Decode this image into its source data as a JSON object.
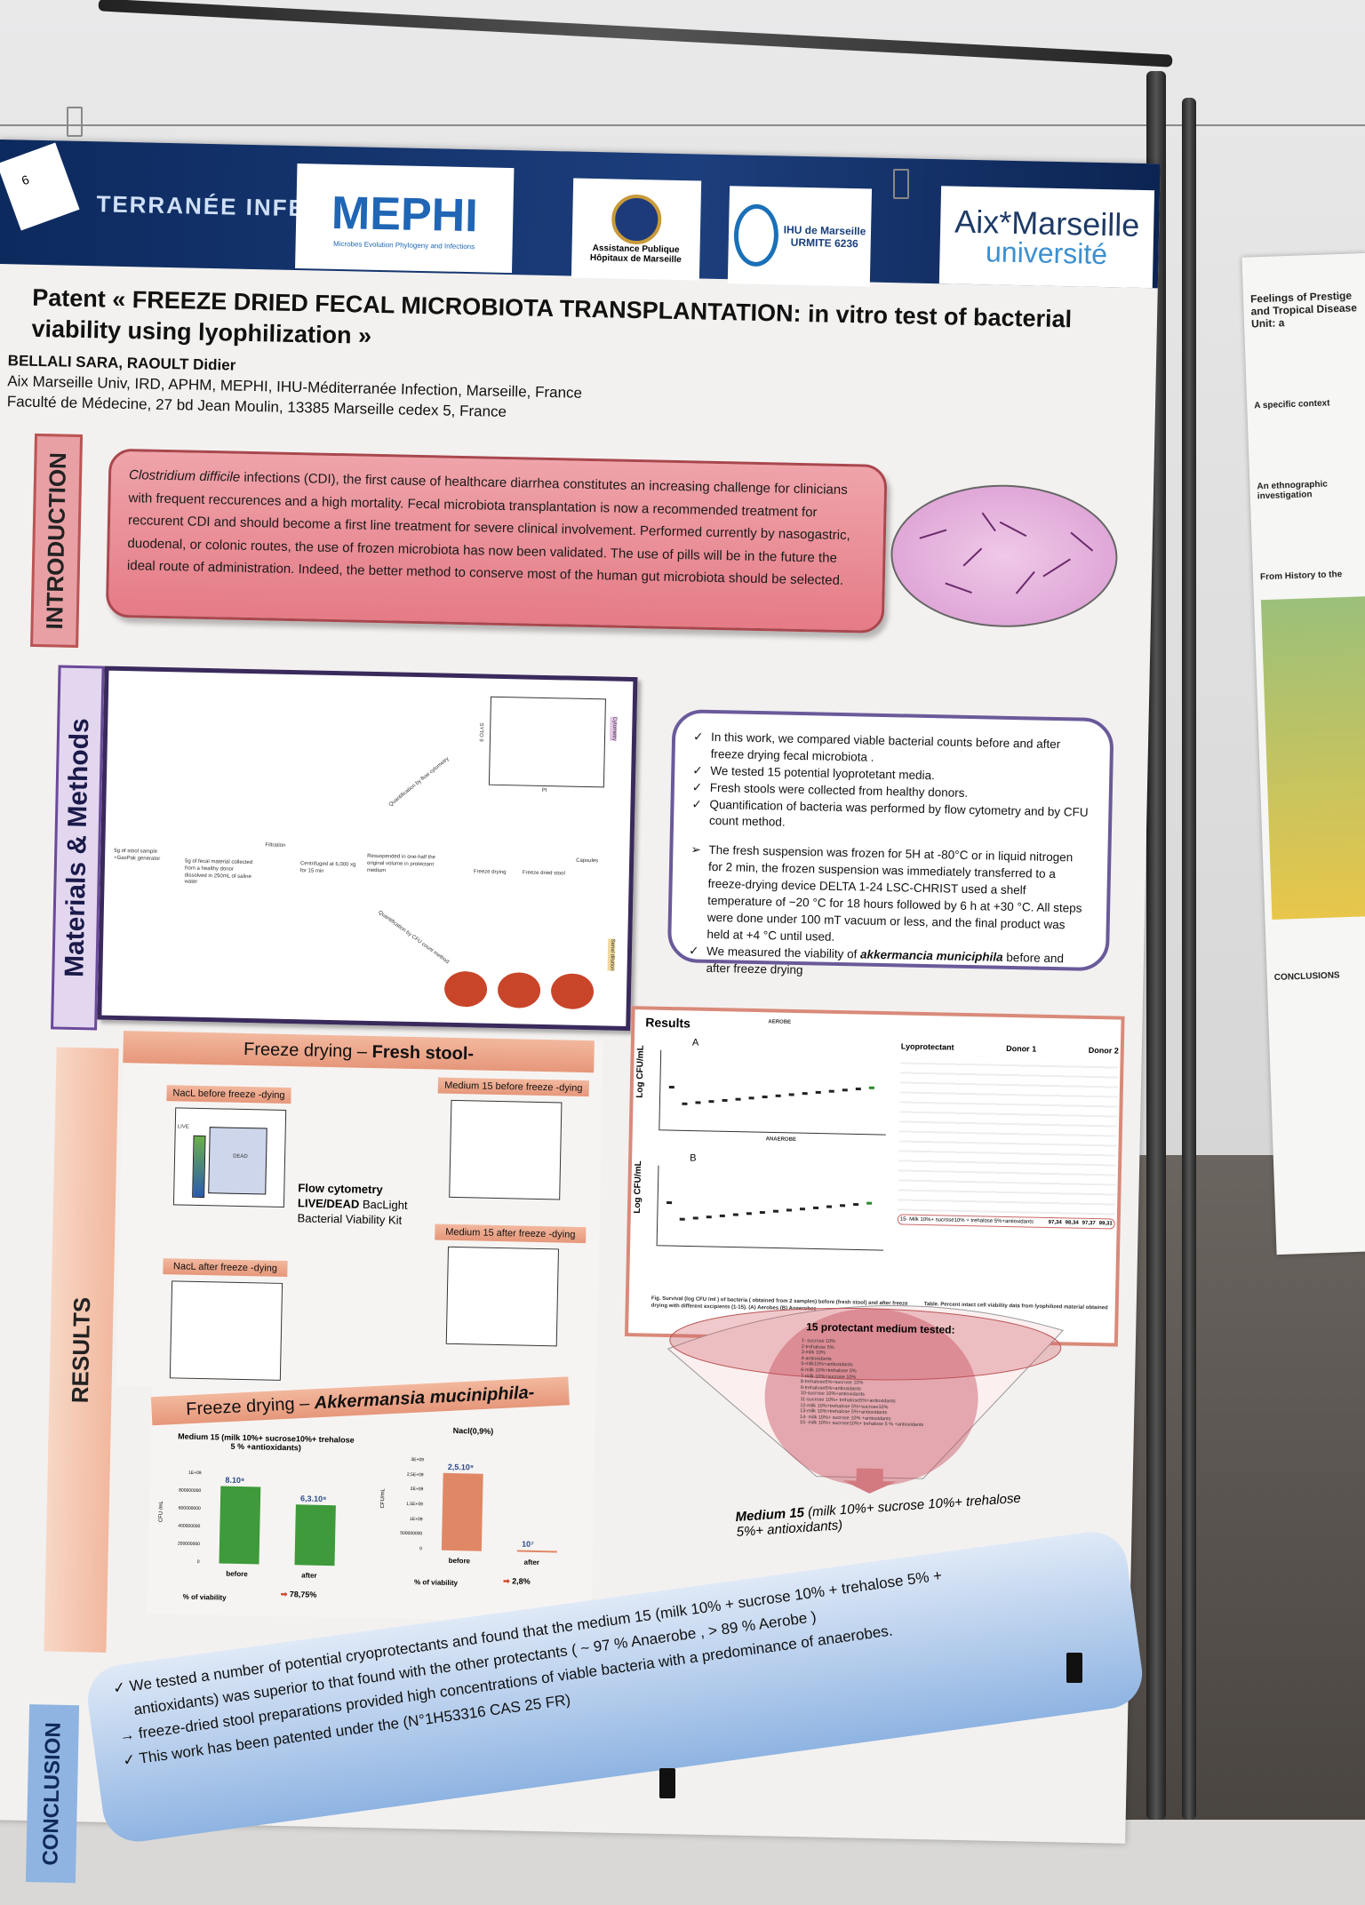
{
  "header": {
    "left_logo_text": "TERRANÉE INFECTION",
    "mephi_logo": "MEPHI",
    "mephi_sub": "Microbes Evolution Phylogeny and Infections",
    "aphm_line1": "Assistance Publique",
    "aphm_line2": "Hôpitaux de Marseille",
    "ihu_line1": "IHU de Marseille",
    "ihu_line2": "URMITE 6236",
    "amu_line1": "Aix*Marseille",
    "amu_line2": "université"
  },
  "title": "Patent « FREEZE DRIED FECAL MICROBIOTA TRANSPLANTATION: in vitro test of bacterial viability using lyophilization »",
  "authors": {
    "names": "BELLALI SARA, RAOULT Didier",
    "affiliation1": "Aix Marseille Univ, IRD, APHM, MEPHI, IHU-Méditerranée Infection, Marseille, France",
    "affiliation2": "Faculté de Médecine, 27 bd Jean Moulin, 13385 Marseille cedex 5, France"
  },
  "sections": {
    "introduction": "INTRODUCTION",
    "methods": "Materials & Methods",
    "results": "RESULTS",
    "conclusion": "CONCLUSION"
  },
  "introduction": {
    "species": "Clostridium difficile",
    "text": " infections (CDI), the first cause of healthcare diarrhea constitutes an increasing challenge for clinicians with frequent reccurences and a high mortality. Fecal microbiota transplantation is now a recommended treatment for reccurent CDI and should become a first line treatment for severe clinical involvement. Performed currently by nasogastric, duodenal, or colonic routes, the use of frozen microbiota has now been validated. The use of pills will be in the future the ideal route of administration. Indeed, the better method to conserve most of the human gut microbiota should be selected."
  },
  "diagram": {
    "step1": "5g of stool sample +GasPak generator",
    "step2": "5g of fecal material collected from a healthy donor dissolved in 250mL of saline water",
    "step3": "Filtration",
    "step4": "Centrifuged at 6,000 xg for 15 min",
    "step5": "Resuspended in one-half the original volume in protectant medium",
    "branch1": "Quantification by flow cytometry",
    "branch2": "Quantification by CFU count method",
    "cytometry": "Cytometry",
    "freeze_drying": "Freeze drying",
    "freeze_dried_stool": "Freeze dried stool",
    "capsules": "Capsules",
    "serial_dilution": "Serial dilution",
    "axis_x": "PI",
    "axis_y": "SYTO 9"
  },
  "methods": {
    "items": [
      {
        "marker": "✓",
        "text": "In this work, we compared viable bacterial counts before and after freeze drying fecal microbiota ."
      },
      {
        "marker": "✓",
        "text": "We tested 15 potential lyoprotetant media."
      },
      {
        "marker": "✓",
        "text": "Fresh stools were collected from healthy donors."
      },
      {
        "marker": "✓",
        "text": "Quantification of bacteria was performed by flow cytometry and by CFU count method."
      },
      {
        "marker": "➢",
        "text": "The fresh suspension was frozen for 5H at -80°C or in liquid nitrogen for 2 min, the frozen suspension was immediately transferred to a freeze-drying device DELTA 1-24 LSC-CHRIST used a shelf temperature of −20 °C for 18 hours followed by 6 h at +30 °C. All steps were done under 100 mT vacuum or less, and the final product was held at +4 °C until used."
      }
    ],
    "last_pre": "We measured the viability of ",
    "last_species": "akkermancia municiphila",
    "last_post": " before and after freeze drying"
  },
  "fresh_stool": {
    "title_a": "Freeze drying – ",
    "title_b": "Fresh stool-",
    "nacl_before": "NacL before freeze -dying",
    "nacl_after": "NacL after freeze -dying",
    "m15_before": "Medium 15 before freeze -dying",
    "m15_after": "Medium 15 after freeze -dying",
    "kit_line1": "Flow cytometry",
    "kit_line2a": "LIVE/DEAD",
    "kit_line2b": " BacLight",
    "kit_line3": "Bacterial Viability Kit",
    "live": "LIVE",
    "dead": "DEAD"
  },
  "results_chart": {
    "title": "Results",
    "aerobe": "AEROBE",
    "anaerobe": "ANAEROBE",
    "panel_a": "A",
    "panel_b": "B",
    "ylabel": "Log CFU/mL",
    "table_header": [
      "Lyoprotectant",
      "Donor 1",
      "Donor 2"
    ],
    "fig_caption": "Fig. Survival (log CFU /ml ) of bacteria ( obtained from 2 samples) before (fresh stool) and after freeze drying with different excipients (1-15). (A) Aerobes (B) Anaerobes",
    "table_caption": "Table. Percent intact cell viability data from lyophilized material obtained from 2 samples",
    "last_row": [
      "15- Milk 10%+ sucrose10% + trehalose 5%+antioxidants",
      "97,34",
      "98,34",
      "97,37",
      "99,31"
    ]
  },
  "funnel": {
    "title": "15 protectant medium tested:",
    "media": [
      "1- sucrose 10%",
      "2-trehalose 5%",
      "3-milk 10%",
      "4-antioxidants",
      "5-milk10%+antioxidants",
      "6-milk 10%+trehalose 5%",
      "7-milk 10%+sucrose 10%",
      "8-trehalose5%+sucrose 10%",
      "9-trehalose5%+antioxidants",
      "10-sucrose 10%+antioxidants",
      "11-sucrose 10%+ trehalose5%+antioxidants",
      "12-milk 10%+trehalose 5%+sucrose10%",
      "13-milk 10%+trehalose 5%+antioxidants",
      "14- milk 10%+ sucrose 10% +antioxidants",
      "15- milk 10%+ sucrose10%+ trehalose 5 % +antioxidants"
    ],
    "result_bold": "Medium 15",
    "result_rest": " (milk 10%+ sucrose 10%+ trehalose 5%+ antioxidants)"
  },
  "akkermansia": {
    "title_a": "Freeze drying – ",
    "title_b": "Akkermansia muciniphila-",
    "left": {
      "heading": "Medium 15 (milk 10%+ sucrose10%+ trehalose 5 % +antioxidants)",
      "ylabel": "CFU /mL",
      "yticks": [
        "0",
        "200000000",
        "400000000",
        "600000000",
        "800000000",
        "1E+09"
      ],
      "bars": [
        {
          "label": "before",
          "value_label": "8.10⁸",
          "value": 800000000
        },
        {
          "label": "after",
          "value_label": "6,3.10⁸",
          "value": 630000000
        }
      ],
      "viability_label": "% of viability",
      "viability": "78,75%"
    },
    "right": {
      "heading": "Nacl(0,9%)",
      "ylabel": "CFU/mL",
      "yticks": [
        "0",
        "500000000",
        "1E+09",
        "1,5E+09",
        "2E+09",
        "2,5E+09",
        "3E+09"
      ],
      "bars": [
        {
          "label": "before",
          "value_label": "2,5.10⁹",
          "value": 2500000000
        },
        {
          "label": "after",
          "value_label": "10⁷",
          "value": 10000000
        }
      ],
      "viability_label": "% of viability",
      "viability": "2,8%"
    }
  },
  "conclusion": {
    "line1": "✓ We tested a number of potential cryoprotectants and found that  the medium 15 (milk 10% + sucrose 10% + trehalose 5% +",
    "line2": "antioxidants) was superior to that found with the other protectants ( ~ 97 % Anaerobe , > 89 % Aerobe )",
    "line3": "→ freeze-dried stool preparations provided high concentrations of viable bacteria with a predominance of anaerobes.",
    "line4": "✓ This work has been patented under the (N°1H53316 CAS 25 FR)"
  },
  "adjacent_poster": {
    "title": "Feelings of Prestige and Tropical Disease Unit: a",
    "h1": "A specific context",
    "h2": "An ethnographic investigation",
    "h3": "From History to the",
    "h4": "CONCLUSIONS"
  },
  "note_card": "6",
  "colors": {
    "header_blue": "#1c3e7c",
    "intro_pink": "#e57b86",
    "salmon": "#e6977a",
    "green_bar": "#3e9a3a",
    "orange_bar": "#e08866",
    "conclusion_blue": "#8fb4e2",
    "frame_purple": "#3a2a5c"
  }
}
